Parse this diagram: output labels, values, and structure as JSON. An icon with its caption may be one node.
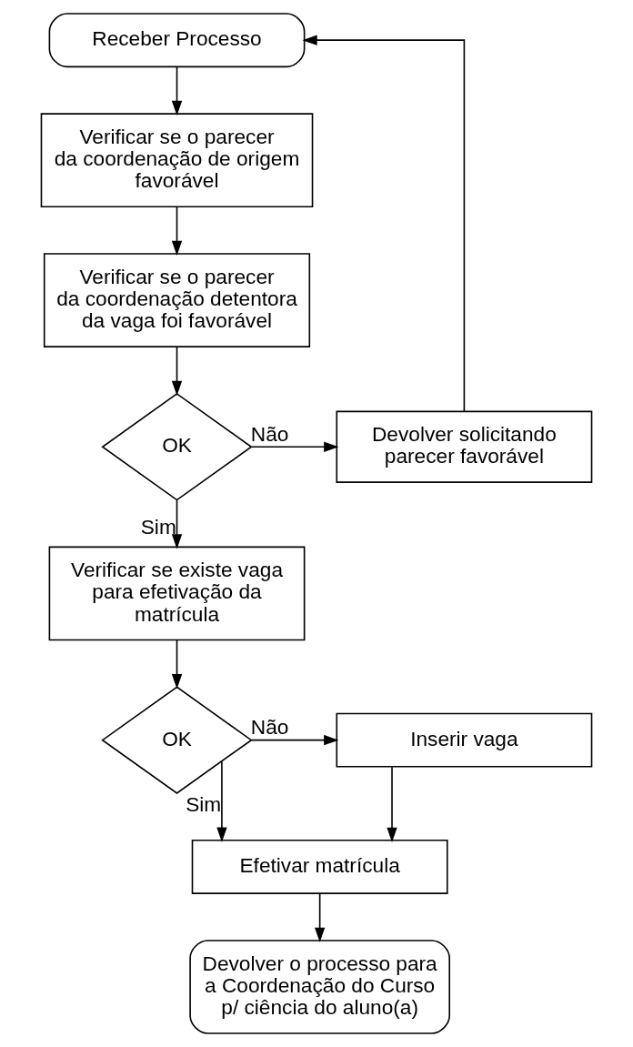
{
  "diagram": {
    "nodes": [
      {
        "text": [
          "Receber Processo"
        ]
      },
      {
        "text": [
          "Verificar se o parecer da coordenação de origem favorável"
        ]
      },
      {
        "text": [
          "Verificar se o parecer da coordenação detentora da vaga foi favorável"
        ]
      },
      {
        "text": [
          "OK"
        ]
      },
      {
        "text": [
          "Devolver solicitando parecer favorável"
        ]
      },
      {
        "text": [
          "Verificar se existe vaga para efetivação da matrícula"
        ]
      },
      {
        "text": [
          "OK"
        ]
      },
      {
        "text": [
          "Inserir vaga"
        ]
      },
      {
        "text": [
          "Efetivar matrícula"
        ]
      },
      {
        "text": [
          "Devolver o processo para a Coordenação do Curso p/ ciência do aluno(a)"
        ]
      }
    ],
    "edges": [
      {
        "from": 0,
        "to": 1,
        "arrow": "to"
      },
      {
        "from": 1,
        "to": 2,
        "arrow": "to"
      },
      {
        "from": 2,
        "to": 3,
        "arrow": "to"
      },
      {
        "from": 3,
        "to": 4,
        "arrow": "to",
        "label": "Não"
      },
      {
        "from": 4,
        "to": 0,
        "arrow": "to"
      },
      {
        "from": 3,
        "to": 5,
        "arrow": "to",
        "label": "Sim"
      },
      {
        "from": 5,
        "to": 6,
        "arrow": "to"
      },
      {
        "from": 6,
        "to": 7,
        "arrow": "to",
        "label": "Não"
      },
      {
        "from": 6,
        "to": 8,
        "arrow": "to",
        "label": "Sim"
      },
      {
        "from": 7,
        "to": 8,
        "arrow": "to"
      },
      {
        "from": 8,
        "to": 9,
        "arrow": "to"
      }
    ]
  }
}
